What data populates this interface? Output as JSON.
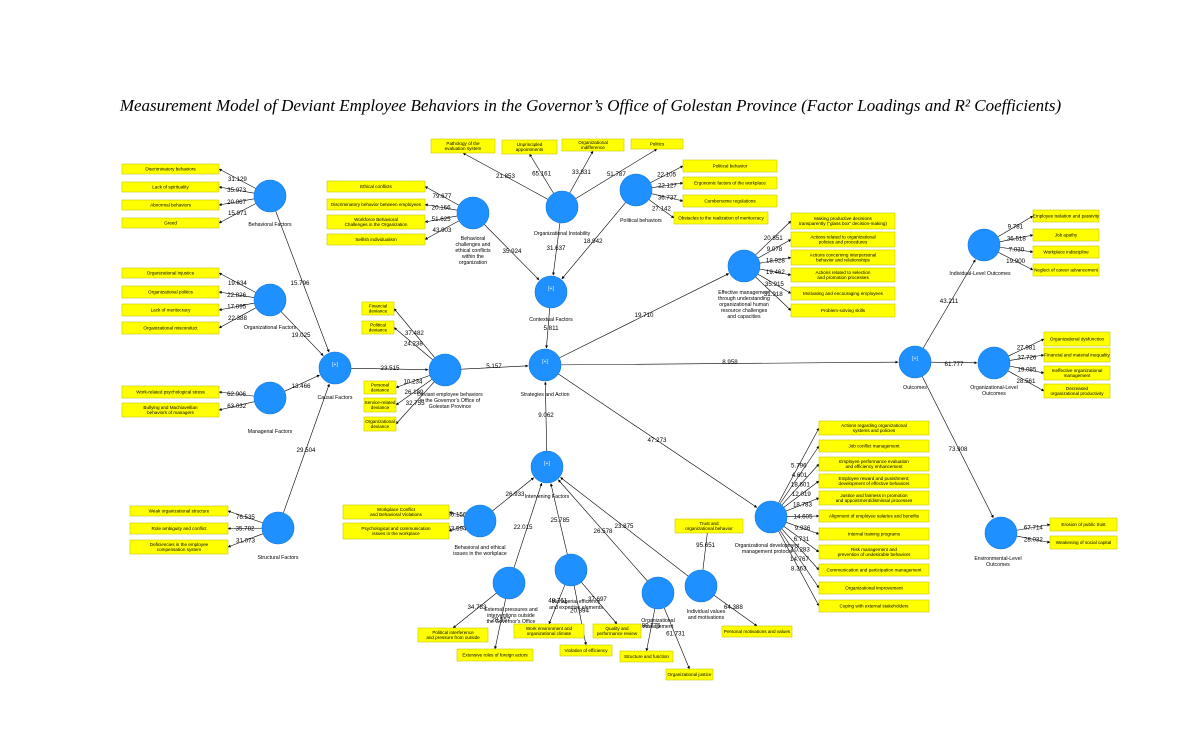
{
  "title": "Measurement Model of Deviant Employee Behaviors in the Governor’s Office of Golestan Province (Factor Loadings and R² Coefficients)",
  "latent": {
    "behavioral": {
      "label": [
        "Behavioral Factors"
      ]
    },
    "organizational": {
      "label": [
        "Organizational Factors"
      ]
    },
    "managerial": {
      "label": [
        "Managerial Factors"
      ]
    },
    "structural": {
      "label": [
        "Structural Factors"
      ]
    },
    "causal": {
      "label": [
        "Causal Factors"
      ],
      "plus": "[+]"
    },
    "challenges": {
      "label": [
        "Behavioral",
        "challenges and",
        "ethical conflicts",
        "within the",
        "organization"
      ]
    },
    "instability": {
      "label": [
        "Organizational Instability"
      ]
    },
    "political": {
      "label": [
        "Political behaviors"
      ]
    },
    "contextual": {
      "label": [
        "Contextual Factors"
      ],
      "plus": "[+]",
      "r2": "5.811"
    },
    "deviant": {
      "label": [
        "Deviant employee behaviors",
        "in the Governor’s Office of",
        "Golestan Province"
      ]
    },
    "strategies": {
      "label": [
        "Strategies and Action"
      ],
      "plus": "[+]"
    },
    "effective": {
      "label": [
        "Effective management",
        "through understanding",
        "organizational human",
        "resource challenges",
        "and capacities"
      ]
    },
    "outcomes": {
      "label": [
        "Outcomes"
      ],
      "plus": "[+]"
    },
    "individual": {
      "label": [
        "Individual-Level Outcomes"
      ]
    },
    "orglevel": {
      "label": [
        "Organizational-Level",
        "Outcomes"
      ]
    },
    "environmental": {
      "label": [
        "Environmental-Level",
        "Outcomes"
      ]
    },
    "intervening": {
      "label": [
        "Intervening Factors"
      ],
      "plus": "[+]"
    },
    "ethicalissues": {
      "label": [
        "Behavioral and ethical",
        "issues in the workplace"
      ]
    },
    "external": {
      "label": [
        "External pressures and",
        "interventions outside",
        "the Governor's Office"
      ]
    },
    "managerialeff": {
      "label": [
        "Managerial efficiency",
        "and expertise elements"
      ]
    },
    "orgmgmt": {
      "label": [
        "Organizational",
        "management"
      ]
    },
    "individualvalues": {
      "label": [
        "Individual values",
        "and motivations"
      ]
    },
    "devprotocol": {
      "label": [
        "Organizational development",
        "management protocol"
      ]
    }
  },
  "indicators": {
    "behavioral": [
      {
        "label": [
          "Discriminatory behaviors"
        ],
        "loading": "31.129"
      },
      {
        "label": [
          "Lack of spirituality"
        ],
        "loading": "35.973"
      },
      {
        "label": [
          "Abnormal behaviors"
        ],
        "loading": "20.867"
      },
      {
        "label": [
          "Greed"
        ],
        "loading": "15.971"
      }
    ],
    "organizational": [
      {
        "label": [
          "Organizational injustice"
        ],
        "loading": "19.634"
      },
      {
        "label": [
          "Organizational politics"
        ],
        "loading": "22.826"
      },
      {
        "label": [
          "Lack of meritocracy"
        ],
        "loading": "17.095"
      },
      {
        "label": [
          "Organizational misconduct"
        ],
        "loading": "22.388"
      }
    ],
    "managerial": [
      {
        "label": [
          "Work-related psychological stress"
        ],
        "loading": "62.906"
      },
      {
        "label": [
          "Bullying and Machiavellian",
          "behaviors of managers"
        ],
        "loading": "63.032"
      }
    ],
    "structural": [
      {
        "label": [
          "Weak organizational structure"
        ],
        "loading": "76.535"
      },
      {
        "label": [
          "Role ambiguity and conflict"
        ],
        "loading": "35.782"
      },
      {
        "label": [
          "Deficiencies in the employee",
          "compensation system"
        ],
        "loading": "31.073"
      }
    ],
    "challenges": [
      {
        "label": [
          "Ethical conflicts"
        ],
        "loading": "79.677"
      },
      {
        "label": [
          "Discriminatory behavior between employees"
        ],
        "loading": "20.166"
      },
      {
        "label": [
          "Workforce Behavioral",
          "Challenges in the Organization"
        ],
        "loading": "51.625"
      },
      {
        "label": [
          "Selfish individualism"
        ],
        "loading": "43.903"
      }
    ],
    "instability": [
      {
        "label": [
          "Pathology of the",
          "evaluation system"
        ],
        "loading": "21.853"
      },
      {
        "label": [
          "Unprincipled",
          "appointments"
        ],
        "loading": "65.161"
      },
      {
        "label": [
          "Organizational",
          "indifference"
        ],
        "loading": "33.831"
      },
      {
        "label": [
          "Politics"
        ],
        "loading": "51.787"
      }
    ],
    "political": [
      {
        "label": [
          "Political behavior"
        ],
        "loading": "22.105"
      },
      {
        "label": [
          "Ergonomic factors of the workplace"
        ],
        "loading": "22.127"
      },
      {
        "label": [
          "Cumbersome regulations"
        ],
        "loading": "36.737"
      },
      {
        "label": [
          "Obstacles to the realization of meritocracy"
        ],
        "loading": "27.142"
      }
    ],
    "deviant": [
      {
        "label": [
          "Financial",
          "deviance"
        ],
        "loading": "37.482"
      },
      {
        "label": [
          "Political",
          "deviance"
        ],
        "loading": "24.238"
      },
      {
        "label": [
          "Personal",
          "deviance"
        ],
        "loading": "10.234"
      },
      {
        "label": [
          "Service-related",
          "deviance"
        ],
        "loading": "26.189"
      },
      {
        "label": [
          "Organizational",
          "deviance"
        ],
        "loading": "32.755"
      }
    ],
    "effective": [
      {
        "label": [
          "Making productive decisions",
          "transparently (\"glass box\" decision-making)"
        ],
        "loading": "20.851"
      },
      {
        "label": [
          "Actions related to organizational",
          "policies and procedures"
        ],
        "loading": "9.078"
      },
      {
        "label": [
          "Actions concerning interpersonal",
          "behavior and relationships"
        ],
        "loading": "18.928"
      },
      {
        "label": [
          "Actions related to selection",
          "and promotion processes"
        ],
        "loading": "19.462"
      },
      {
        "label": [
          "Motivating and encouraging employees"
        ],
        "loading": "35.915"
      },
      {
        "label": [
          "Problem-solving skills"
        ],
        "loading": "31.918"
      }
    ],
    "individual": [
      {
        "label": [
          "Employee isolation and passivity"
        ],
        "loading": "9.781"
      },
      {
        "label": [
          "Job apathy"
        ],
        "loading": "36.518"
      },
      {
        "label": [
          "Workplace indiscipline"
        ],
        "loading": "7.030"
      },
      {
        "label": [
          "Neglect of career advancement"
        ],
        "loading": "19.900"
      }
    ],
    "orglevel": [
      {
        "label": [
          "Organizational dysfunction"
        ],
        "loading": "27.981"
      },
      {
        "label": [
          "Financial and material inequality"
        ],
        "loading": "37.726"
      },
      {
        "label": [
          "Ineffective organizational",
          "management"
        ],
        "loading": "19.085"
      },
      {
        "label": [
          "Decreased",
          "organizational productivity"
        ],
        "loading": "28.561"
      }
    ],
    "environmental": [
      {
        "label": [
          "Erosion of public trust"
        ],
        "loading": "67.714"
      },
      {
        "label": [
          "Weakening of social capital"
        ],
        "loading": "28.032"
      }
    ],
    "ethicalissues": [
      {
        "label": [
          "Workplace Conflict",
          "and Behavioral Violations"
        ],
        "loading": "86.156"
      },
      {
        "label": [
          "Psychological and communication",
          "issues in the workplace"
        ],
        "loading": "53.594"
      }
    ],
    "external": [
      {
        "label": [
          "Political interference",
          "and pressure from outside"
        ],
        "loading": "34.783"
      },
      {
        "label": [
          "Extensive roles of foreign actors"
        ],
        "loading": "28.557"
      }
    ],
    "managerialeff": [
      {
        "label": [
          "Work environment and",
          "organizational climate"
        ],
        "loading": "48.761"
      },
      {
        "label": [
          "Violation of efficiency"
        ],
        "loading": "20.894"
      },
      {
        "label": [
          "Quality and",
          "performance review"
        ],
        "loading": "37.697"
      }
    ],
    "orgmgmt": [
      {
        "label": [
          "Structure and function"
        ],
        "loading": "89.775"
      },
      {
        "label": [
          "Organizational justice"
        ],
        "loading": "61.731"
      }
    ],
    "individualvalues": [
      {
        "label": [
          "Trust and",
          "organizational behavior"
        ],
        "loading": "95.651"
      },
      {
        "label": [
          "Personal motivations and values"
        ],
        "loading": "64.388"
      }
    ],
    "devprotocol": [
      {
        "label": [
          "Actions regarding organizational",
          "systems and policies"
        ],
        "loading": "5.796"
      },
      {
        "label": [
          "Job conflict management"
        ],
        "loading": "4.601"
      },
      {
        "label": [
          "Employee performance evaluation",
          "and efficiency enhancement"
        ],
        "loading": "18.601"
      },
      {
        "label": [
          "Employee reward and punishment;",
          "development of effective behaviors"
        ],
        "loading": "12.019"
      },
      {
        "label": [
          "Justice and fairness in promotion",
          "and appointment/dismissal processes"
        ],
        "loading": "18.783"
      },
      {
        "label": [
          "Alignment of employee salaries and benefits"
        ],
        "loading": "14.605"
      },
      {
        "label": [
          "Internal training programs"
        ],
        "loading": "9.936"
      },
      {
        "label": [
          "Risk management and",
          "prevention of undesirable behaviors"
        ],
        "loading": "6.731"
      },
      {
        "label": [
          "Communication and participation management"
        ],
        "loading": "10.283"
      },
      {
        "label": [
          "Organizational improvement"
        ],
        "loading": "14.767"
      },
      {
        "label": [
          "Coping with external stakeholders"
        ],
        "loading": "8.363"
      }
    ]
  },
  "paths": {
    "behavioral_causal": "15.796",
    "organizational_causal": "19.025",
    "managerial_causal": "13.466",
    "structural_causal": "29.504",
    "causal_deviant": "23.515",
    "deviant_strategies": "5.157",
    "challenges_contextual": "35.924",
    "instability_contextual": "31.637",
    "political_contextual": "18.942",
    "contextual_strategies": "",
    "strategies_effective": "19.710",
    "strategies_outcomes": "8.958",
    "strategies_devprotocol": "47.273",
    "intervening_strategies": "9.062",
    "outcomes_individual": "43.211",
    "outcomes_orglevel": "61.777",
    "outcomes_environmental": "73.908",
    "ethicalissues_intervening": "26.933",
    "external_intervening": "22.015",
    "managerialeff_intervening": "25.785",
    "orgmgmt_intervening": "26.578",
    "individualvalues_intervening": "23.875"
  }
}
